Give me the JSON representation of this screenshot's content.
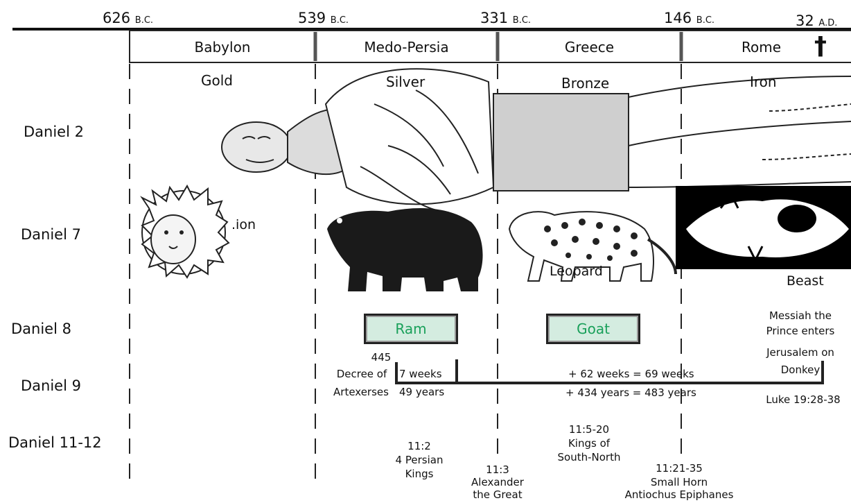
{
  "timeline": {
    "dates": [
      {
        "year": "626",
        "era": "B.C."
      },
      {
        "year": "539",
        "era": "B.C."
      },
      {
        "year": "331",
        "era": "B.C."
      },
      {
        "year": "146",
        "era": "B.C."
      },
      {
        "year": "32",
        "era": "A.D."
      }
    ],
    "empires": [
      "Babylon",
      "Medo-Persia",
      "Greece",
      "Rome"
    ],
    "cross_glyph": "†"
  },
  "rows": [
    "Daniel 2",
    "Daniel 7",
    "Daniel 8",
    "Daniel 9",
    "Daniel 11-12"
  ],
  "metals": [
    "Gold",
    "Silver",
    "Bronze",
    "Iron"
  ],
  "beasts": {
    "lion": ".ion",
    "leopard": "Leopard",
    "beast": "Beast"
  },
  "daniel8": {
    "ram": "Ram",
    "goat": "Goat"
  },
  "daniel9": {
    "decree": [
      "445",
      "Decree of",
      "Artexerses"
    ],
    "seven_weeks": "7 weeks",
    "forty_nine_years": "49 years",
    "sixty_two_weeks": "+ 62 weeks = 69 weeks",
    "four_thirty_four_years": "+ 434 years = 483 years",
    "messiah": [
      "Messiah the",
      "Prince enters",
      "Jerusalem on",
      "Donkey"
    ],
    "luke": "Luke 19:28-38"
  },
  "daniel11": {
    "persian": [
      "11:2",
      "4 Persian",
      "Kings"
    ],
    "alexander": [
      "11:3",
      "Alexander",
      "the Great"
    ],
    "south_north": [
      "11:5-20",
      "Kings of",
      "South-North"
    ],
    "antiochus": [
      "11:21-35",
      "Small Horn",
      "Antiochus Epiphanes"
    ]
  },
  "colors": {
    "accent_green": "#19a05a",
    "box_fill": "#d4ece0",
    "beast_bg": "#000000"
  }
}
